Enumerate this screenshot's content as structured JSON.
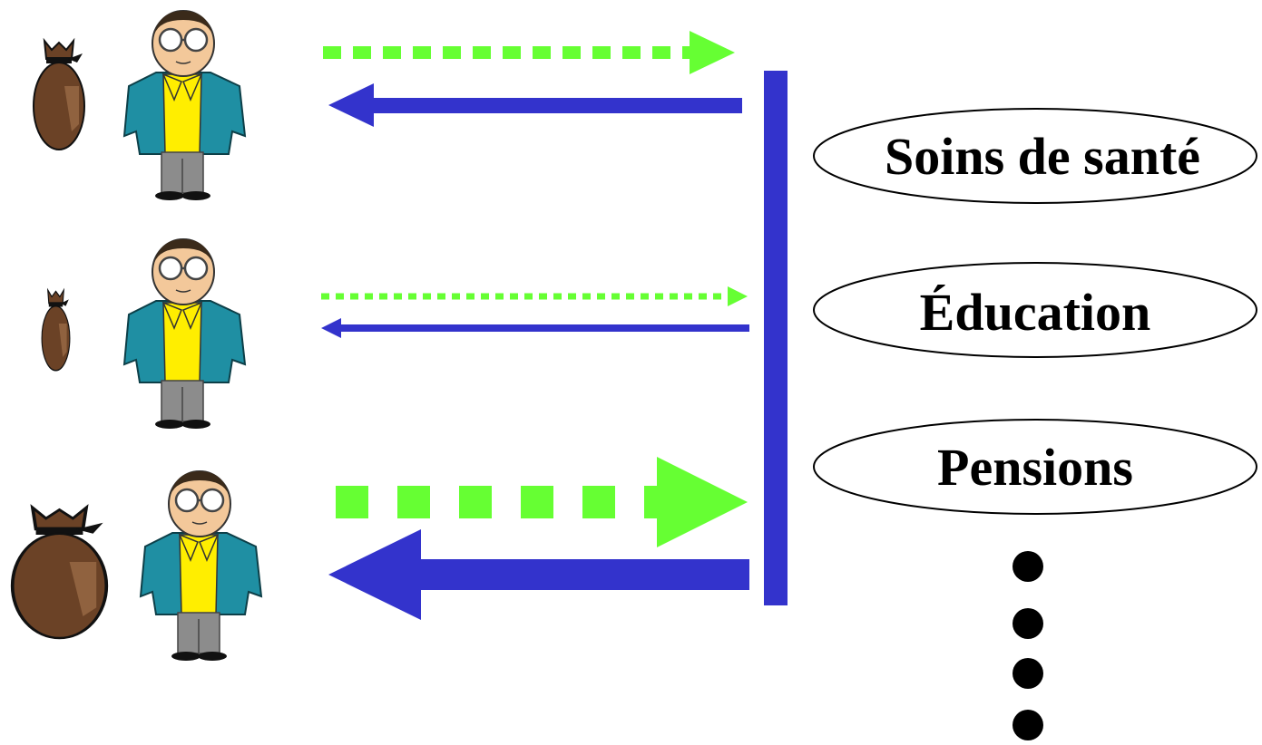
{
  "services": [
    {
      "label": "Soins de santé"
    },
    {
      "label": "Éducation"
    },
    {
      "label": "Pensions"
    }
  ],
  "rows": [
    {
      "name": "person-medium-income",
      "bag_size": "medium"
    },
    {
      "name": "person-low-income",
      "bag_size": "small"
    },
    {
      "name": "person-high-income",
      "bag_size": "large"
    }
  ],
  "colors": {
    "contribution_arrow": "#66ff33",
    "benefit_arrow": "#3333cc",
    "bar": "#3333cc",
    "bag": "#6b4226",
    "jacket": "#1f8fa3",
    "shirt": "#ffee00",
    "trousers": "#8c8c8c",
    "skin": "#f3c89a"
  },
  "icons": [
    "money-bag-icon",
    "person-icon",
    "ellipsis-dots-icon"
  ]
}
